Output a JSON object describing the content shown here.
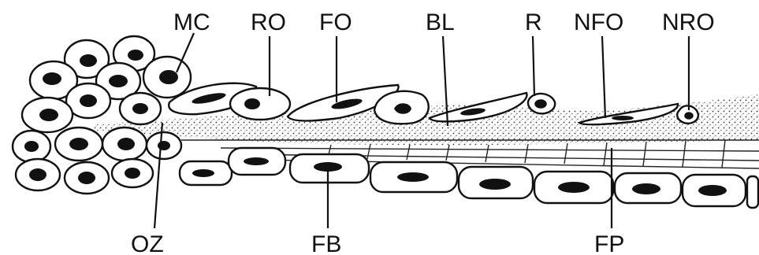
{
  "labels": {
    "mc": "MC",
    "ro": "RO",
    "fo": "FO",
    "bl": "BL",
    "r": "R",
    "nfo": "NFO",
    "nro": "NRO",
    "oz": "OZ",
    "fb": "FB",
    "fp": "FP"
  }
}
